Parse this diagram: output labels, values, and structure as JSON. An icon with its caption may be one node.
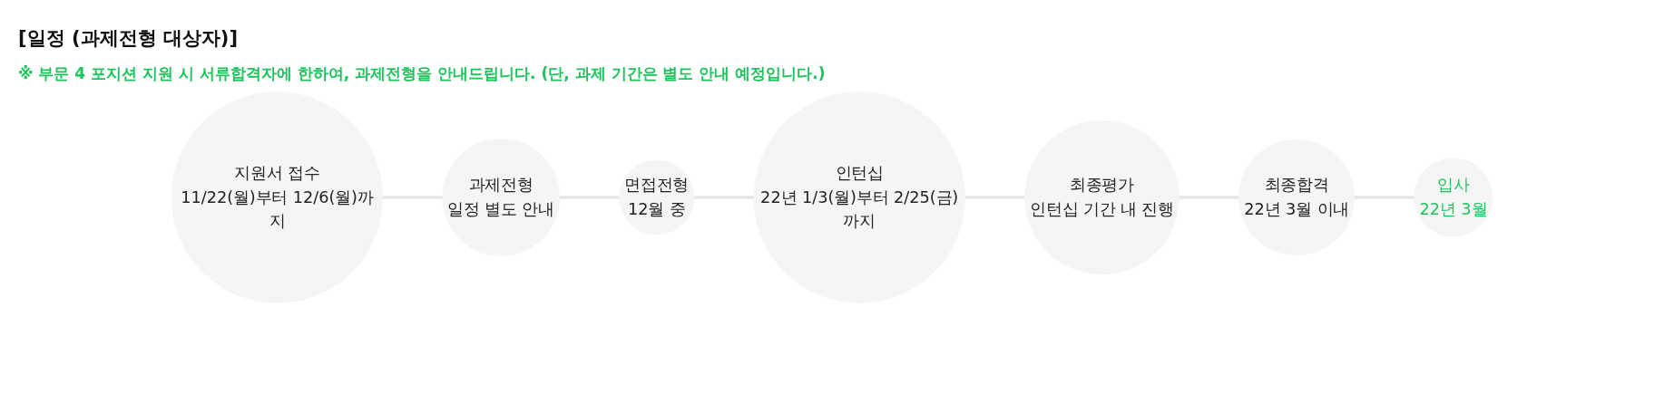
{
  "diagram": {
    "title": "[일정 (과제전형 대상자)]",
    "nodes": [
      {
        "text": [
          "지원서 접수",
          "11/22(월)부터 12/6(월)까지"
        ]
      },
      {
        "text": [
          "과제전형",
          "일정 별도 안내"
        ]
      },
      {
        "text": [
          "면접전형",
          "12월 중"
        ]
      },
      {
        "text": [
          "인턴십",
          "22년 1/3(월)부터 2/25(금)까지"
        ]
      },
      {
        "text": [
          "최종평가",
          "인턴십 기간 내 진행"
        ]
      },
      {
        "text": [
          "최종합격",
          "22년 3월 이내"
        ]
      },
      {
        "text": [
          "입사",
          "22년 3월"
        ]
      }
    ],
    "edges": [
      {
        "from": 0,
        "to": 1,
        "arrow": "none"
      },
      {
        "from": 1,
        "to": 2,
        "arrow": "none"
      },
      {
        "from": 2,
        "to": 3,
        "arrow": "none"
      },
      {
        "from": 3,
        "to": 4,
        "arrow": "none"
      },
      {
        "from": 4,
        "to": 5,
        "arrow": "none"
      },
      {
        "from": 5,
        "to": 6,
        "arrow": "none"
      }
    ],
    "labels": [
      "※ 부문 4 포지션 지원 시 서류합격자에 한하여, 과제전형을 안내드립니다. (단, 과제 기간은 별도 안내 예정입니다.)"
    ]
  }
}
